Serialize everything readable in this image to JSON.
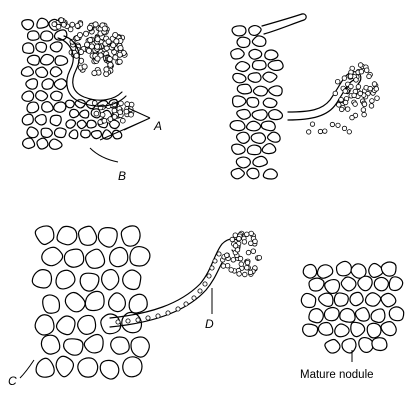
{
  "labels": {
    "a": "A",
    "b": "B",
    "c": "C",
    "d": "D",
    "mature": "Mature nodule"
  }
}
